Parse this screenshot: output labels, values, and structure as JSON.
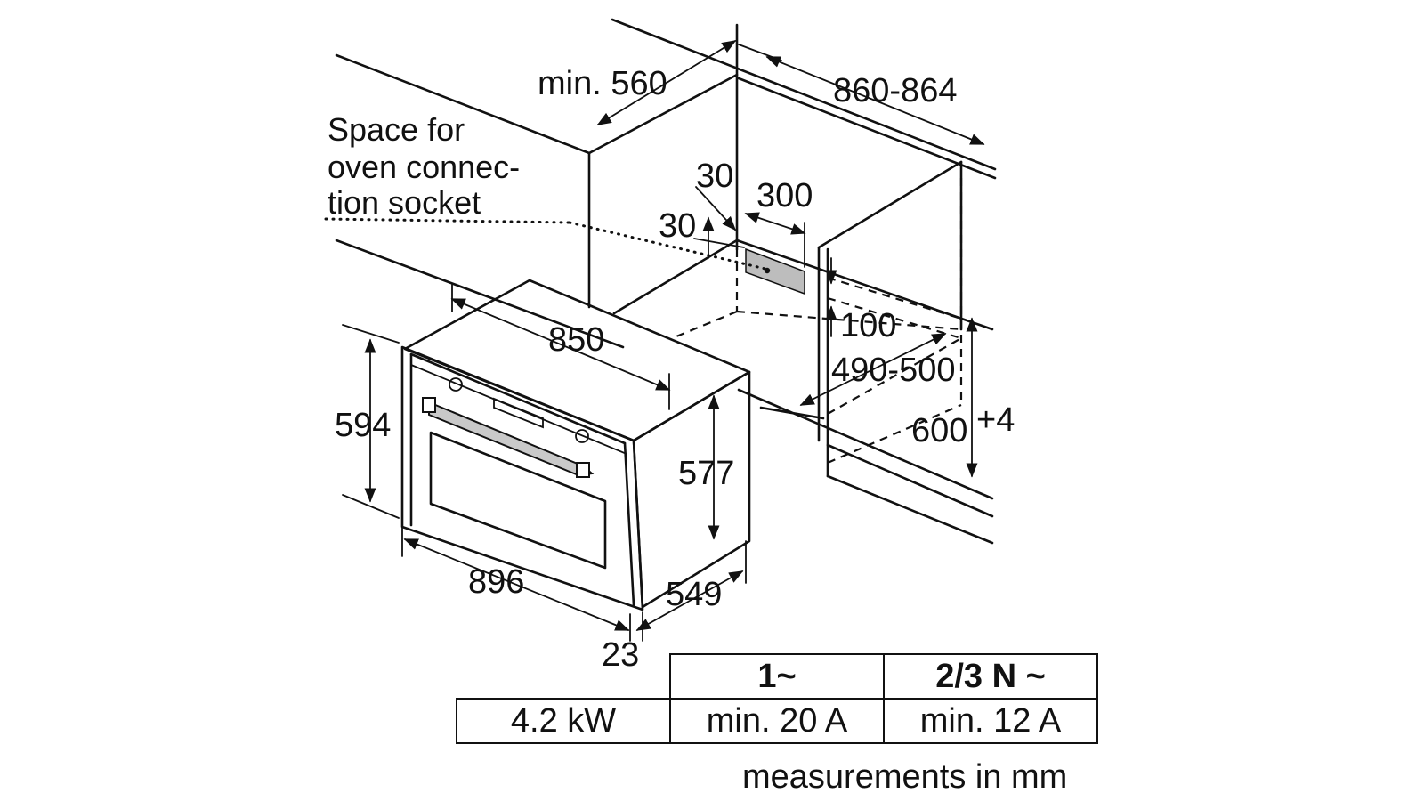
{
  "labels": {
    "socket_note_line1": "Space for",
    "socket_note_line2": "oven connec-",
    "socket_note_line3": "tion socket",
    "dim_min_depth": "min. 560",
    "dim_niche_width": "860-864",
    "dim_socket_offset_top_a": "30",
    "dim_socket_offset_top_b": "30",
    "dim_socket_width": "300",
    "dim_socket_gap": "100",
    "dim_oven_width_top": "850",
    "dim_niche_depth": "490-500",
    "dim_niche_height_base": "600",
    "dim_niche_height_tol": "+4",
    "dim_oven_front_height": "594",
    "dim_oven_body_height": "577",
    "dim_oven_front_width": "896",
    "dim_oven_depth": "549",
    "dim_front_thickness": "23"
  },
  "table": {
    "header_1phase": "1~",
    "header_3phase": "2/3 N ~",
    "power": "4.2 kW",
    "fuse_1phase": "min. 20 A",
    "fuse_3phase": "min. 12 A"
  },
  "footer": {
    "units_note": "measurements in mm"
  }
}
